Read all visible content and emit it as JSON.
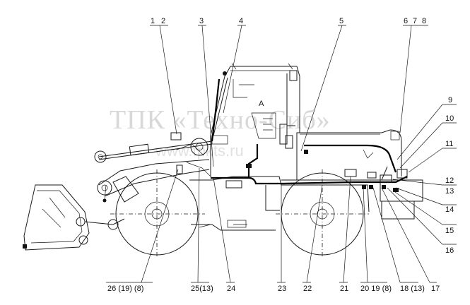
{
  "callouts": {
    "c1": "1",
    "c2": "2",
    "c3": "3",
    "c4": "4",
    "c5": "5",
    "c6": "6",
    "c7": "7",
    "c8": "8",
    "c9": "9",
    "c10": "10",
    "c11": "11",
    "c12": "12",
    "c13": "13",
    "c14": "14",
    "c15": "15",
    "c16": "16",
    "c17": "17",
    "c18": "18 (13)",
    "c19": "20 19 (8)",
    "c21": "21",
    "c22": "22",
    "c23": "23",
    "c24": "24",
    "c25": "25(13)",
    "c26": "26 (19) (8)"
  },
  "watermark": {
    "main": "ТПК «Техно-Сиб»",
    "url": "www.tpkts.ru"
  },
  "labels": {
    "cab_a": "A"
  },
  "colors": {
    "line": "#1a1a1a",
    "watermark": "#b9b9b9"
  }
}
